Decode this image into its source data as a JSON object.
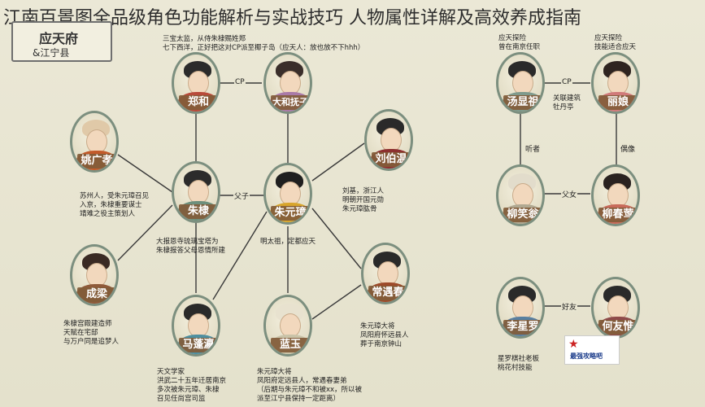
{
  "title": "江南百景图全品级角色功能解析与实战技巧 人物属性详解及高效养成指南",
  "region": {
    "name": "应天府",
    "sub": "&江宁县"
  },
  "characters": {
    "zhenghe": "郑和",
    "dahe": "大和抚子",
    "yaoguangxiao": "姚广孝",
    "liubowen": "刘伯温",
    "zhudi": "朱棣",
    "zhuyuanzhang": "朱元璋",
    "chengliang": "成梁",
    "changyuchun": "常遇春",
    "madeng": "马蓬瀛",
    "lanyu": "蓝玉",
    "tangxianzu": "汤显祖",
    "liniang": "丽娘",
    "liuxiaoweng": "柳笑翁",
    "liuchunying": "柳春莺",
    "lixingluo": "李星罗",
    "zuoyouwei": "何友惟"
  },
  "annotations": {
    "zhenghe": [
      "三宝太监，从侍朱棣赐姓郑",
      "七下西洋，正好把这对CP派至椰子岛（应天人：放也放不下hhh）"
    ],
    "yaoguangxiao": [
      "苏州人，受朱元璋召见",
      "入京，朱棣重要谋士",
      "靖难之役主策划人"
    ],
    "liubowen": [
      "刘基，浙江人",
      "明朝开国元勋",
      "朱元璋肱骨"
    ],
    "zhudi": [
      "大报恩寺琉璃宝塔为",
      "朱棣报答父母恩情所建"
    ],
    "zhuyuanzhang": [
      "明太祖，定都应天"
    ],
    "chengliang": [
      "朱棣宫殿建造师",
      "天赋在宅邸",
      "与万户同是追梦人"
    ],
    "changyuchun": [
      "朱元璋大将",
      "凤阳府怀远县人",
      "葬于南京钟山"
    ],
    "madeng": [
      "天文学家",
      "洪武二十五年迁居南京",
      "多次被朱元璋、朱棣",
      "召见任尚宫司监"
    ],
    "lanyu": [
      "朱元璋大将",
      "凤阳府定远县人，常遇春妻弟",
      "（后期与朱元璋不和被xx，所以被",
      "派至江宁县保持一定距离）"
    ],
    "tangxianzu": [
      "应天探险",
      "曾在南京任职"
    ],
    "liniang": [
      "应天探险",
      "技能适合应天"
    ],
    "tang_liniang": [
      "关联建筑",
      "牡丹亭"
    ],
    "lixingluo": [
      "星罗棋社老板",
      "桃花村技能"
    ]
  },
  "relations": {
    "cp1": "CP",
    "cp2": "CP",
    "fuzi": "父子",
    "tingzhe": "听者",
    "ouxiang": "偶像",
    "funv": "父女",
    "haoyou": "好友"
  },
  "watermark": {
    "icon": "★",
    "text": "最强攻略吧"
  }
}
